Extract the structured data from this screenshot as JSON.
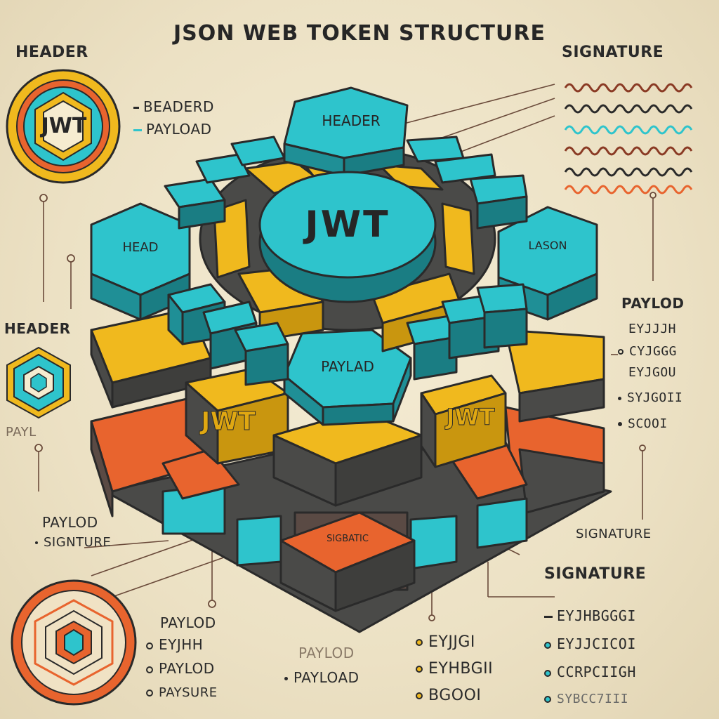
{
  "title": "JSON WEB TOKEN STRUCTURE",
  "colors": {
    "teal": "#2ec4cc",
    "gold": "#f0b91e",
    "orange": "#e8642e",
    "outline": "#2a2a2a",
    "shadow": "#4a4a48",
    "background": "#efe6cc"
  },
  "left": {
    "header_top": "HEADER",
    "emblem_text": "JWT",
    "legend": [
      "BEADERD",
      "PAYLOAD"
    ],
    "header_mid": "HEADER",
    "payl": "PAYL",
    "payload_mid": "PAYLOD",
    "signature_mid": "SIGNTURE"
  },
  "bottom_left": {
    "heading": "PAYLOD",
    "items": [
      "EYJHH",
      "PAYLOD",
      "PAYSURE"
    ]
  },
  "bottom_center": {
    "items": [
      "PAYLOD",
      "PAYLOAD"
    ]
  },
  "bottom_middle": {
    "items": [
      "EYJJGI",
      "EYHBGII",
      "BGOOI"
    ]
  },
  "right": {
    "signature_top": "SIGNATURE",
    "payload_heading": "PAYLOD",
    "payload_items": [
      "EYJJJH",
      "CYJGGG",
      "EYJGOU",
      "SYJGOII",
      "SCOOI"
    ],
    "signature_mid": "SIGNATURE",
    "signature_heading": "SIGNATURE",
    "signature_items": [
      "EYJHBGGGI",
      "EYJJCICOI",
      "CCRPCIIGH",
      "SYBCC7III"
    ]
  },
  "center": {
    "jwt_label": "JWT",
    "header_top": "HEADER",
    "head_left": "HEAD",
    "jason_right": "LASON",
    "payload_front": "PAYLAD",
    "jwt_left": "JWT",
    "jwt_right": "JWT",
    "sig_bottom": "SIGBATIC"
  }
}
